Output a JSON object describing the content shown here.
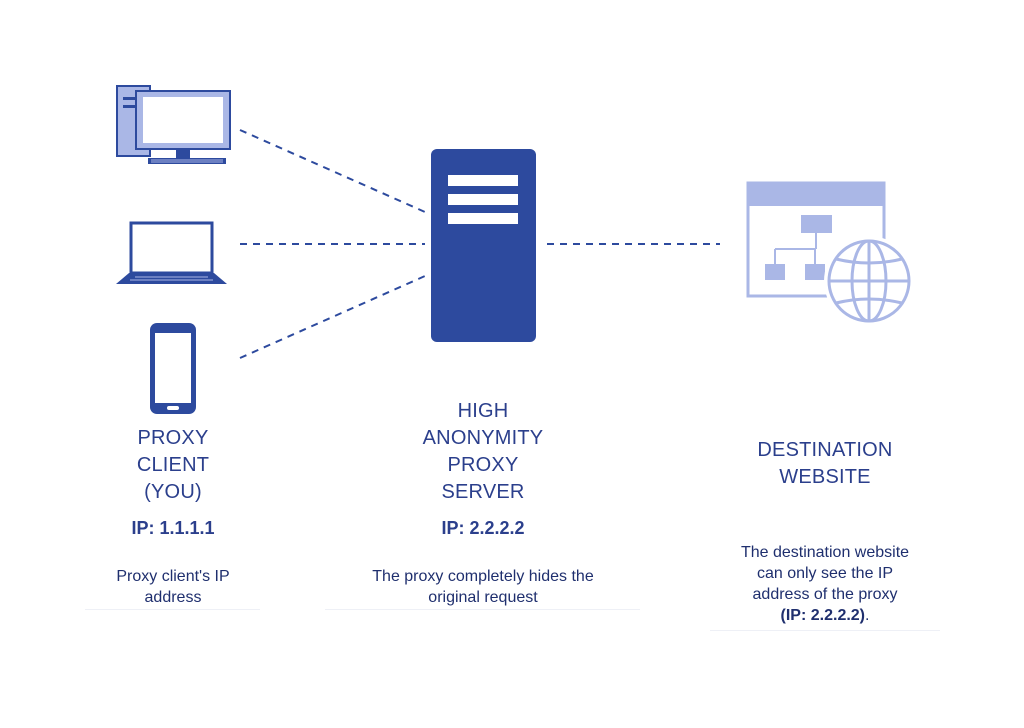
{
  "client": {
    "title": "PROXY\nCLIENT\n(YOU)",
    "ip": "IP: 1.1.1.1",
    "description": "Proxy client's IP\naddress"
  },
  "server": {
    "title": "HIGH\nANONYMITY\nPROXY\nSERVER",
    "ip": "IP: 2.2.2.2",
    "description": "The proxy completely hides the\noriginal request"
  },
  "destination": {
    "title": "DESTINATION\nWEBSITE",
    "description": "The destination website\ncan only see the IP\naddress of the proxy",
    "description_highlight": "(IP: 2.2.2.2)",
    "description_end": "."
  },
  "icons": {
    "client_devices": [
      "desktop-computer-icon",
      "laptop-icon",
      "smartphone-icon"
    ],
    "server": "server-icon",
    "destination": "website-globe-icon"
  },
  "colors": {
    "dark_blue": "#2d4a9e",
    "light_blue": "#aab7e6",
    "text": "#2b3f8c"
  }
}
